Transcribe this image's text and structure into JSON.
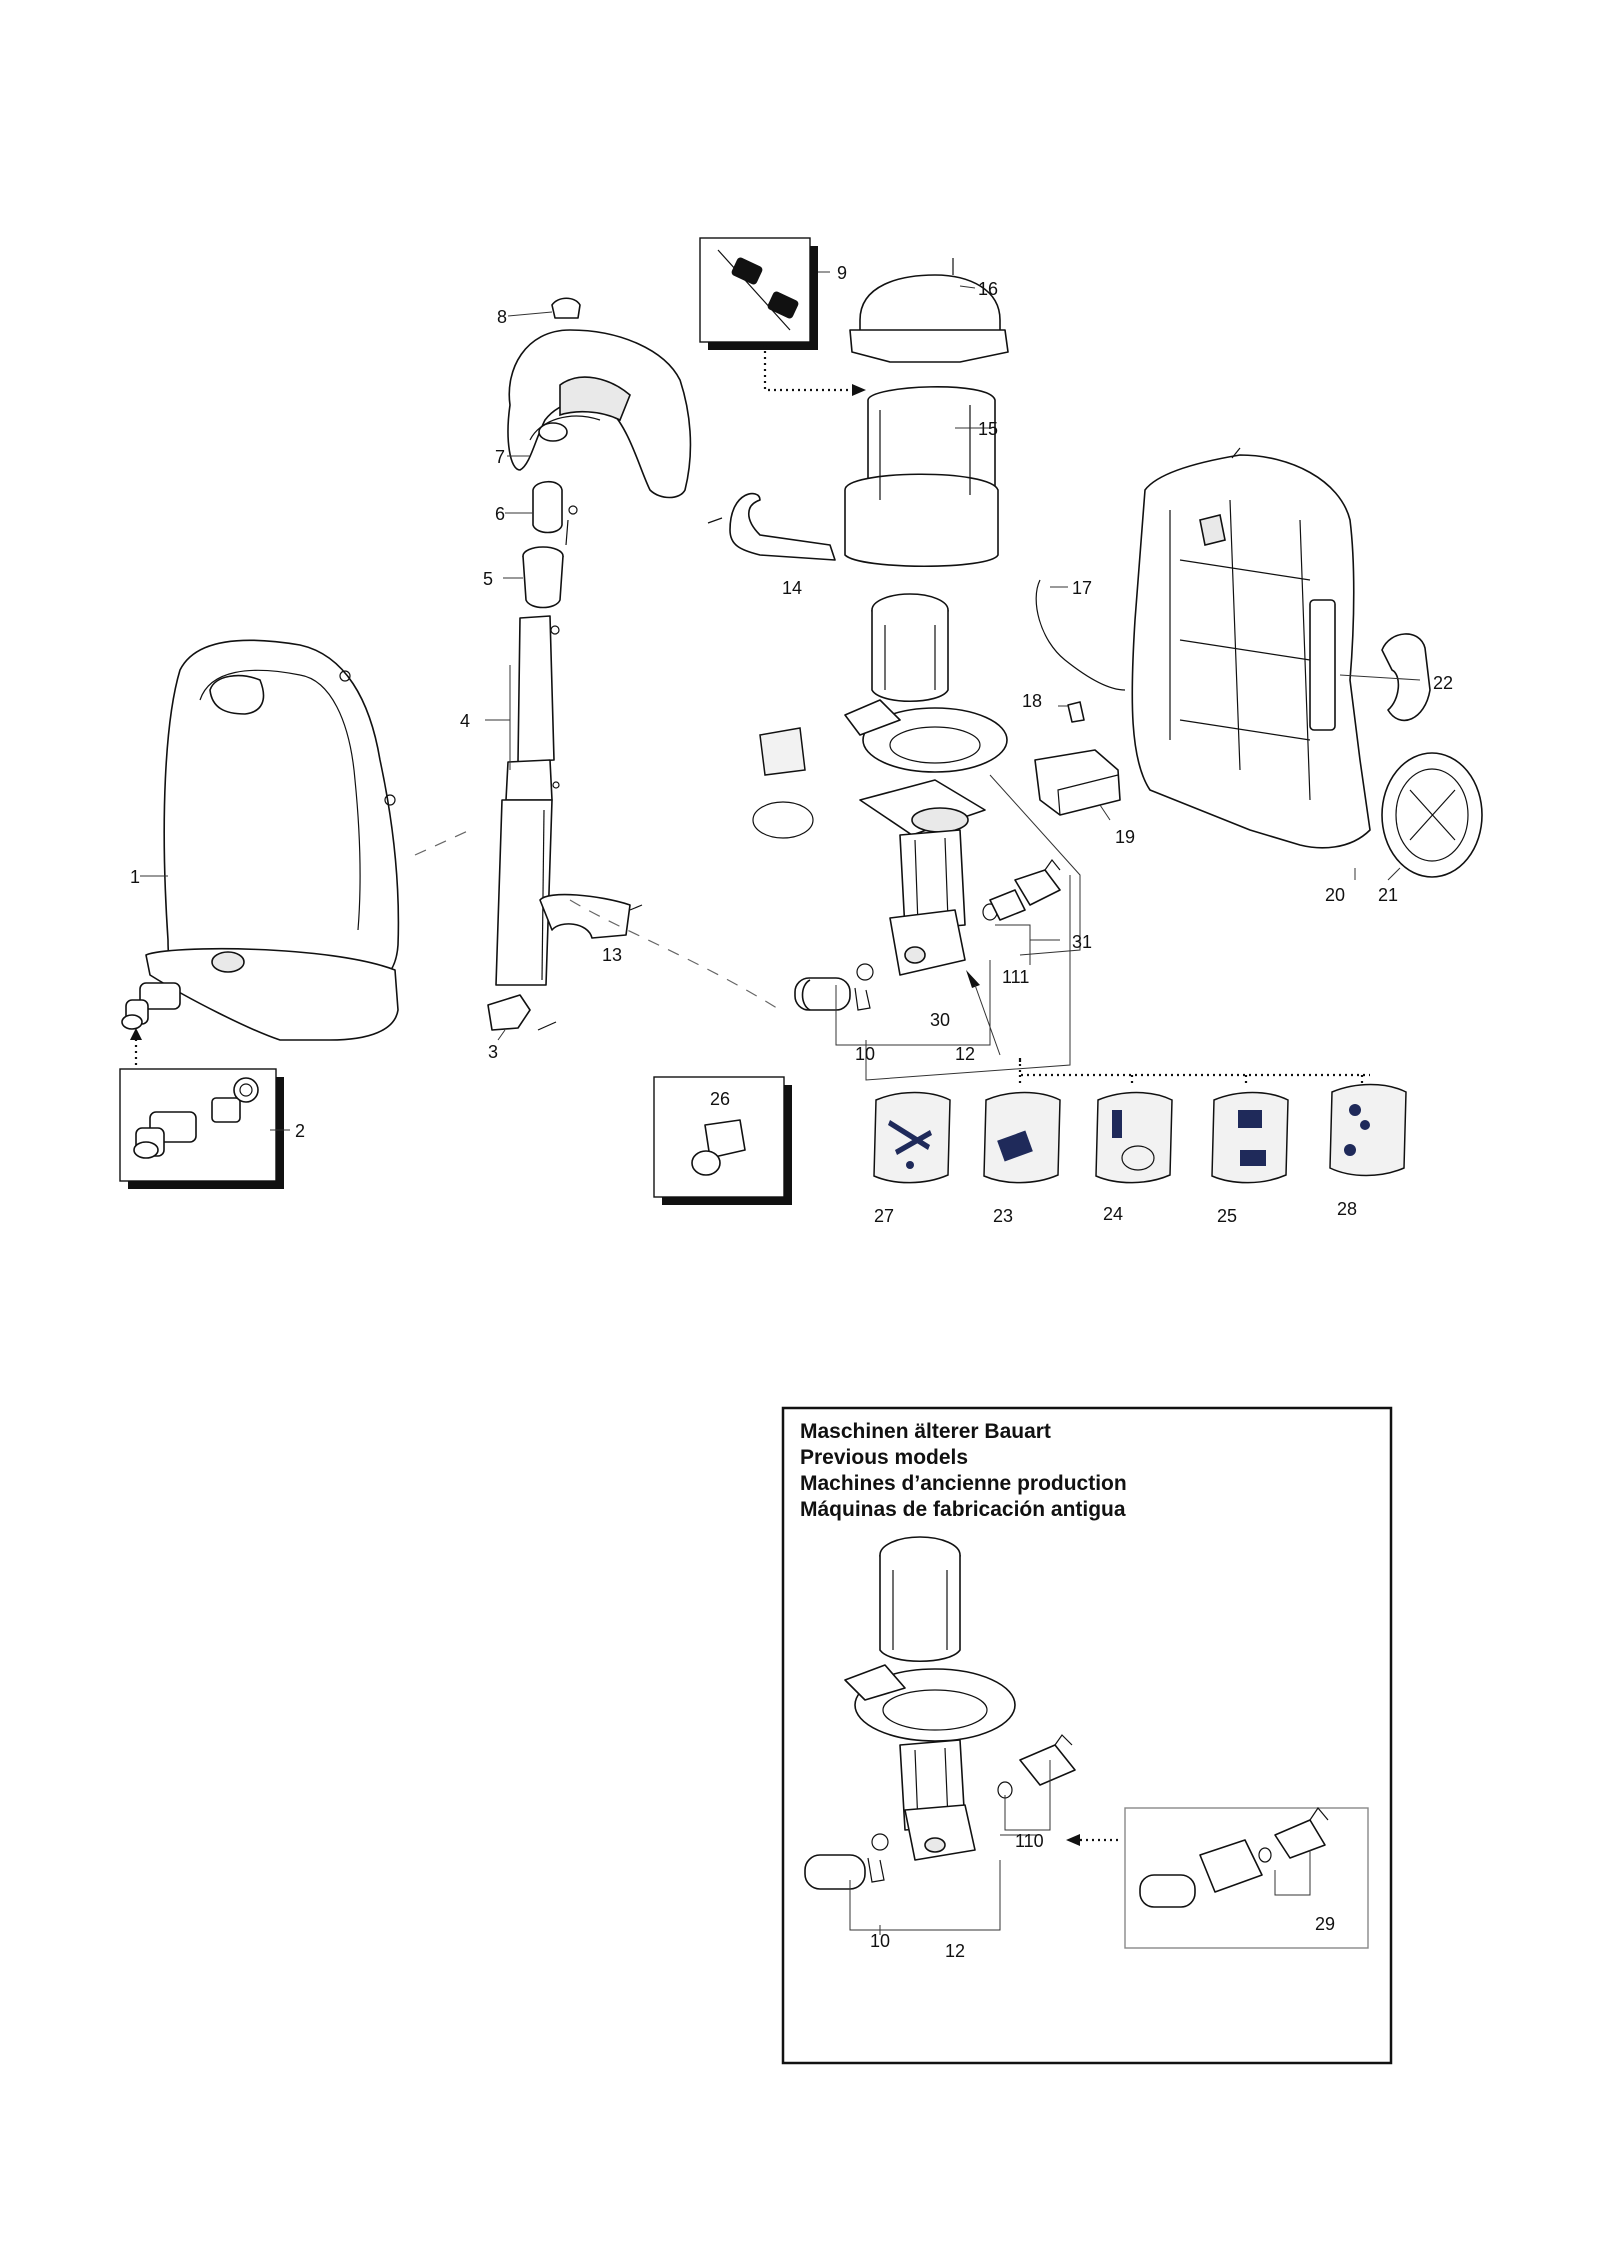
{
  "callouts": [
    {
      "key": "p1",
      "text": "1"
    },
    {
      "key": "p2",
      "text": "2"
    },
    {
      "key": "p3",
      "text": "3"
    },
    {
      "key": "p4",
      "text": "4"
    },
    {
      "key": "p5",
      "text": "5"
    },
    {
      "key": "p6",
      "text": "6"
    },
    {
      "key": "p7",
      "text": "7"
    },
    {
      "key": "p8",
      "text": "8"
    },
    {
      "key": "p9",
      "text": "9"
    },
    {
      "key": "p10",
      "text": "10"
    },
    {
      "key": "p12",
      "text": "12"
    },
    {
      "key": "p13",
      "text": "13"
    },
    {
      "key": "p14",
      "text": "14"
    },
    {
      "key": "p15",
      "text": "15"
    },
    {
      "key": "p16",
      "text": "16"
    },
    {
      "key": "p17",
      "text": "17"
    },
    {
      "key": "p18",
      "text": "18"
    },
    {
      "key": "p19",
      "text": "19"
    },
    {
      "key": "p20",
      "text": "20"
    },
    {
      "key": "p21",
      "text": "21"
    },
    {
      "key": "p22",
      "text": "22"
    },
    {
      "key": "p23",
      "text": "23"
    },
    {
      "key": "p24",
      "text": "24"
    },
    {
      "key": "p25",
      "text": "25"
    },
    {
      "key": "p26",
      "text": "26"
    },
    {
      "key": "p27",
      "text": "27"
    },
    {
      "key": "p28",
      "text": "28"
    },
    {
      "key": "p30",
      "text": "30"
    },
    {
      "key": "p31",
      "text": "31"
    },
    {
      "key": "p111",
      "text": "111"
    }
  ],
  "inset": {
    "title_lines": [
      "Maschinen älterer Bauart",
      "Previous models",
      "Machines d’ancienne production",
      "Máquinas de fabricación antigua"
    ],
    "callouts": [
      {
        "key": "i10",
        "text": "10"
      },
      {
        "key": "i12",
        "text": "12"
      },
      {
        "key": "i110",
        "text": "110"
      },
      {
        "key": "i29",
        "text": "29"
      }
    ]
  },
  "colors": {
    "line": "#111111",
    "accessory_print": "#1f2a5a",
    "background": "#ffffff"
  }
}
